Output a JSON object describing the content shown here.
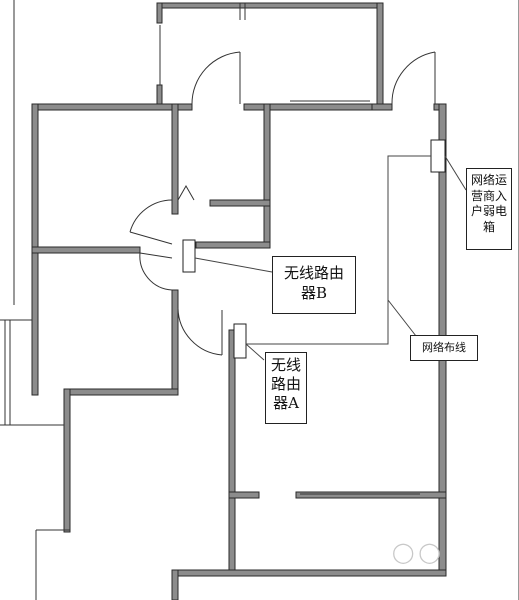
{
  "labels": {
    "router_a": [
      "无线",
      "路由",
      "器A"
    ],
    "router_b": [
      "无线路由",
      "器B"
    ],
    "isp_box": [
      "网络运",
      "营商入",
      "户弱电",
      "箱"
    ],
    "wiring": "网络布线"
  },
  "colors": {
    "wall_fill": "#8c8c8c",
    "wall_stroke": "#2a2a2a",
    "background": "#ffffff"
  }
}
